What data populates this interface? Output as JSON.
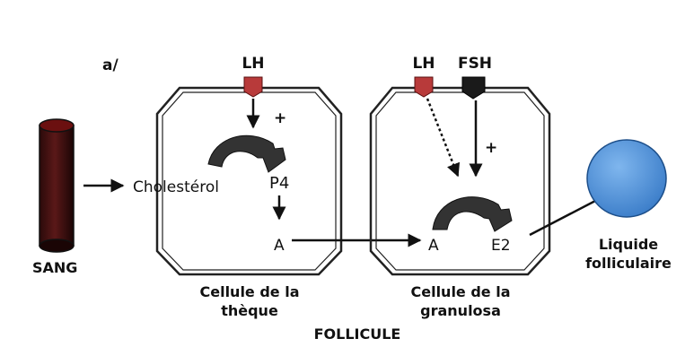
{
  "panel_label": "a/",
  "blood": {
    "label": "SANG"
  },
  "theca": {
    "receptor_label": "LH",
    "plus_sign": "+",
    "input": "Cholestérol",
    "intermediate": "P4",
    "product": "A",
    "name_line1": "Cellule de la",
    "name_line2": "thèque"
  },
  "granulosa": {
    "receptor_label_lh": "LH",
    "receptor_label_fsh": "FSH",
    "plus_sign": "+",
    "input": "A",
    "product": "E2",
    "name_line1": "Cellule de la",
    "name_line2": "granulosa"
  },
  "fluid": {
    "label_line1": "Liquide",
    "label_line2": "folliculaire"
  },
  "follicle_label": "FOLLICULE",
  "colors": {
    "lh_receptor": "#b83a3a",
    "fsh_receptor": "#1a1a1a",
    "fluid": "#4a8fd8",
    "blood_cap": "#6b1010",
    "enzyme": "#333333"
  }
}
